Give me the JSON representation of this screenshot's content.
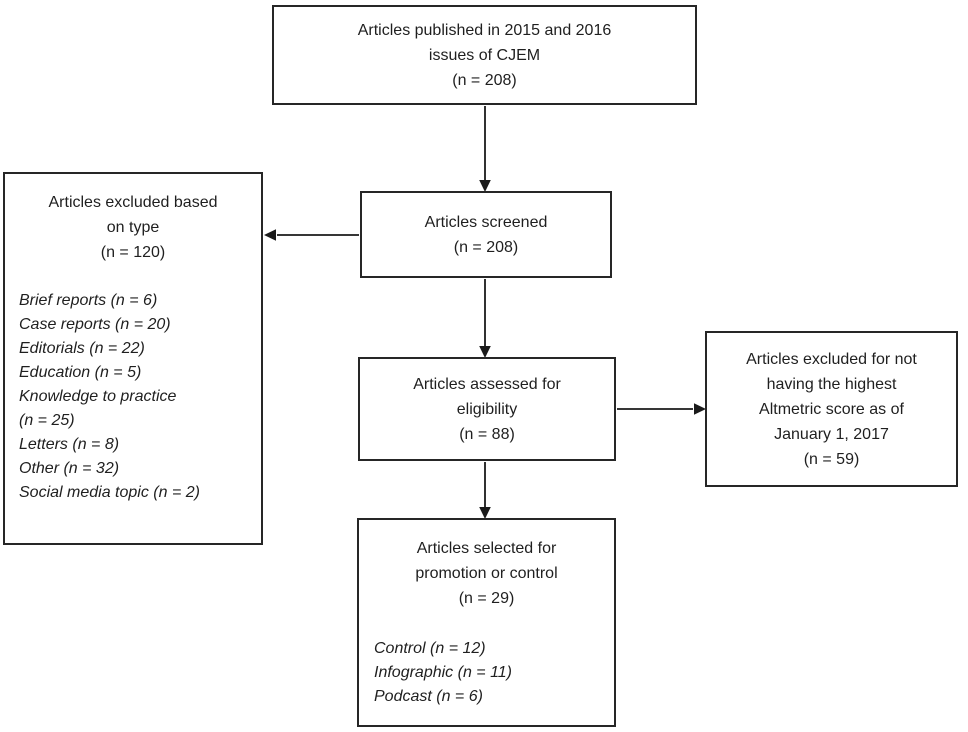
{
  "diagram": {
    "type": "flowchart",
    "colors": {
      "background": "#ffffff",
      "box_border": "#262626",
      "text": "#1f1f1f",
      "arrow": "#1a1a1a"
    },
    "boxes": {
      "published": {
        "lines": [
          "Articles published in 2015 and 2016",
          "issues of CJEM",
          "(n = 208)"
        ]
      },
      "screened": {
        "lines": [
          "Articles screened",
          "(n = 208)"
        ]
      },
      "excluded_type": {
        "header": [
          "Articles excluded based",
          "on type",
          "(n = 120)"
        ],
        "items": [
          "Brief reports (n = 6)",
          "Case reports (n = 20)",
          "Editorials (n = 22)",
          "Education (n = 5)",
          "Knowledge to practice (n = 25)",
          "Letters (n = 8)",
          "Other (n = 32)",
          "Social media topic (n = 2)"
        ]
      },
      "assessed": {
        "lines": [
          "Articles assessed for",
          "eligibility",
          "(n = 88)"
        ]
      },
      "excluded_altmetric": {
        "lines": [
          "Articles excluded for not",
          "having the highest",
          "Altmetric score as of",
          "January 1, 2017",
          "(n = 59)"
        ]
      },
      "selected": {
        "header": [
          "Articles selected for",
          "promotion or control",
          "(n = 29)"
        ],
        "items": [
          "Control (n = 12)",
          "Infographic (n = 11)",
          "Podcast (n = 6)"
        ]
      }
    }
  }
}
